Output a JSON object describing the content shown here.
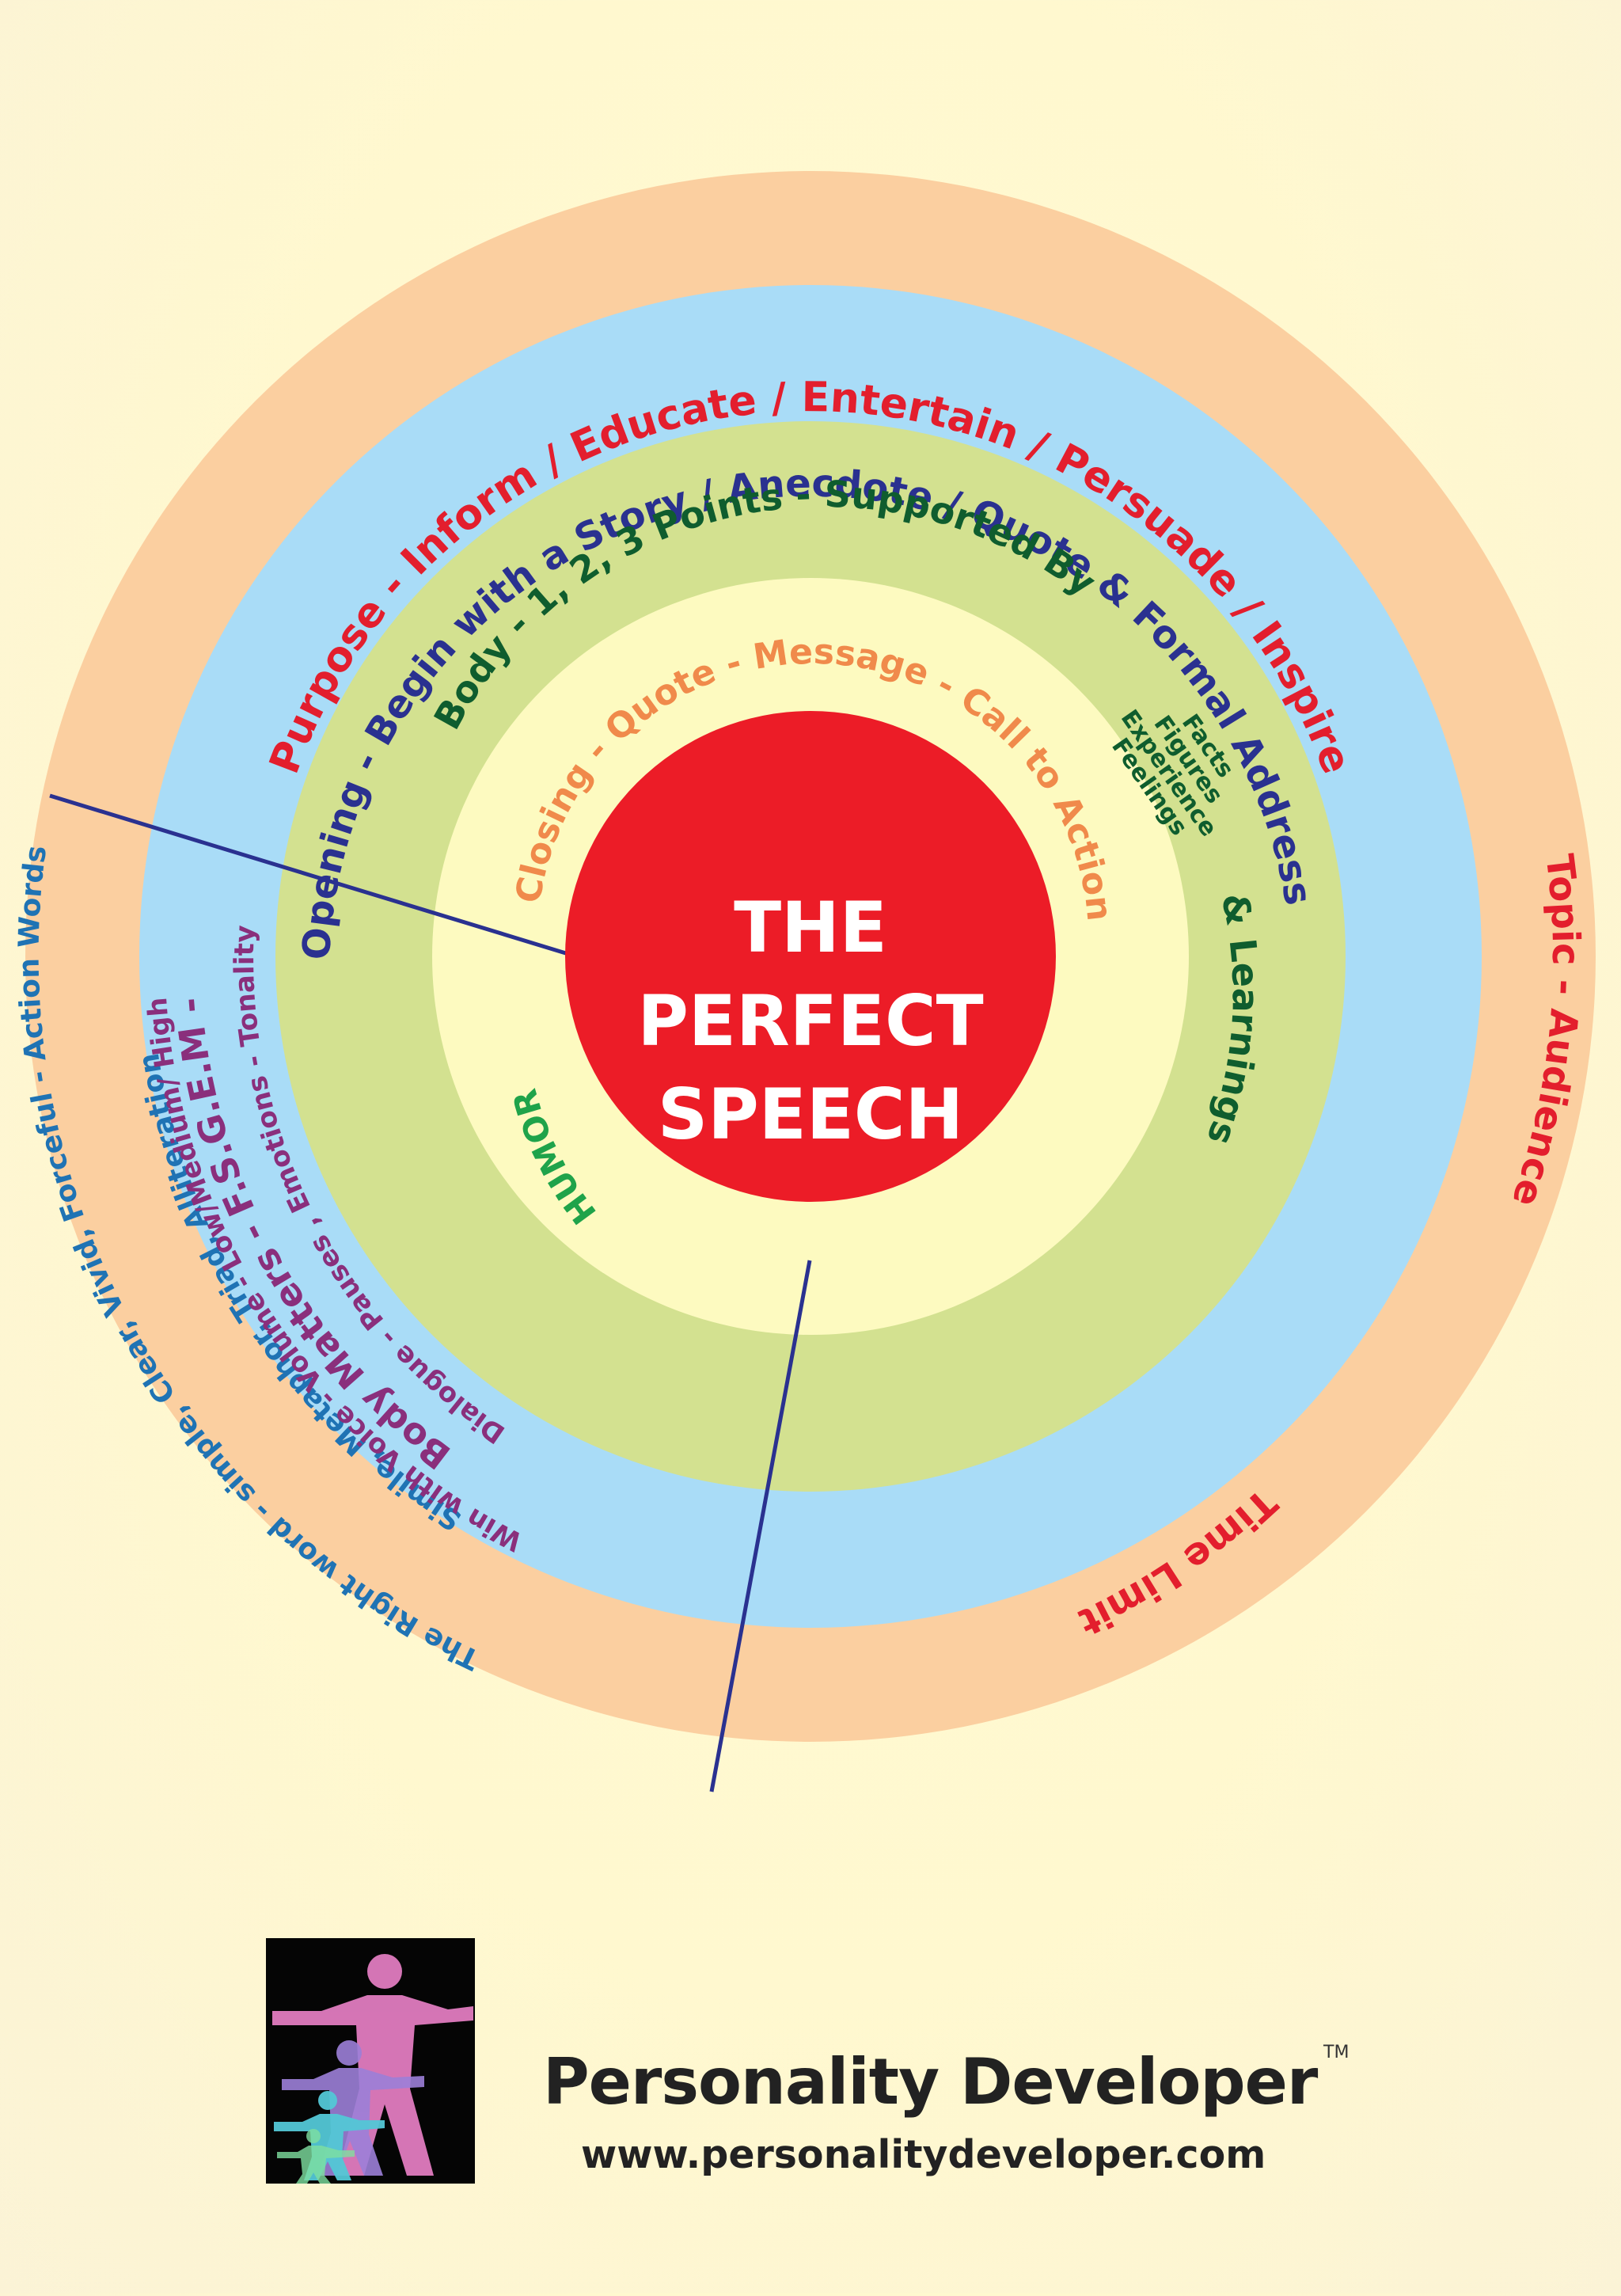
{
  "center": {
    "line1": "THE",
    "line2": "PERFECT",
    "line3": "SPEECH"
  },
  "rings": {
    "outer": {
      "purpose": "Purpose - Inform / Educate / Entertain / Persuade / Inspire",
      "topic": "Topic - Audience",
      "time": "Time Limit",
      "words": "The Right word - simple, Clear, Vivid, Forceful - Action Words",
      "figures": "Simile, Metaphor, Triad, Alliteration"
    },
    "blue": {
      "opening": "Opening - Begin with a Story / Anecdote / Quote & Formal Address",
      "voice": "Win with Voice - Volume - Low/Medium/ High",
      "voice2": "Dialogue - Pauses , Emotions - Tonality"
    },
    "green": {
      "body": "Body - 1, 2, 3 Points - Supported By",
      "learnings": "& Learnings",
      "matters": "Body Matters - F.S.G.E.M -",
      "support": [
        "Facts",
        "Figures",
        "Experience",
        "Feelings"
      ]
    },
    "yellow": {
      "closing": "Closing - Quote - Message - Call to Action",
      "humor": "HUMOR"
    }
  },
  "colors": {
    "outer_ring": "#fbcfa0",
    "blue_ring": "#a9dcf7",
    "green_ring": "#d3e190",
    "yellow_ring": "#fdfac0",
    "center": "#ec1c27",
    "red_text": "#e31e2d",
    "blue_text": "#2a3190",
    "green_text": "#0f5d2e",
    "orange_text": "#f08a4b",
    "purple_text": "#8a2f7c",
    "light_blue_text": "#1f73b4",
    "humor_text": "#1fa34a"
  },
  "brand": {
    "name": "Personality Developer",
    "tm": "TM",
    "url": "www.personalitydeveloper.com"
  }
}
